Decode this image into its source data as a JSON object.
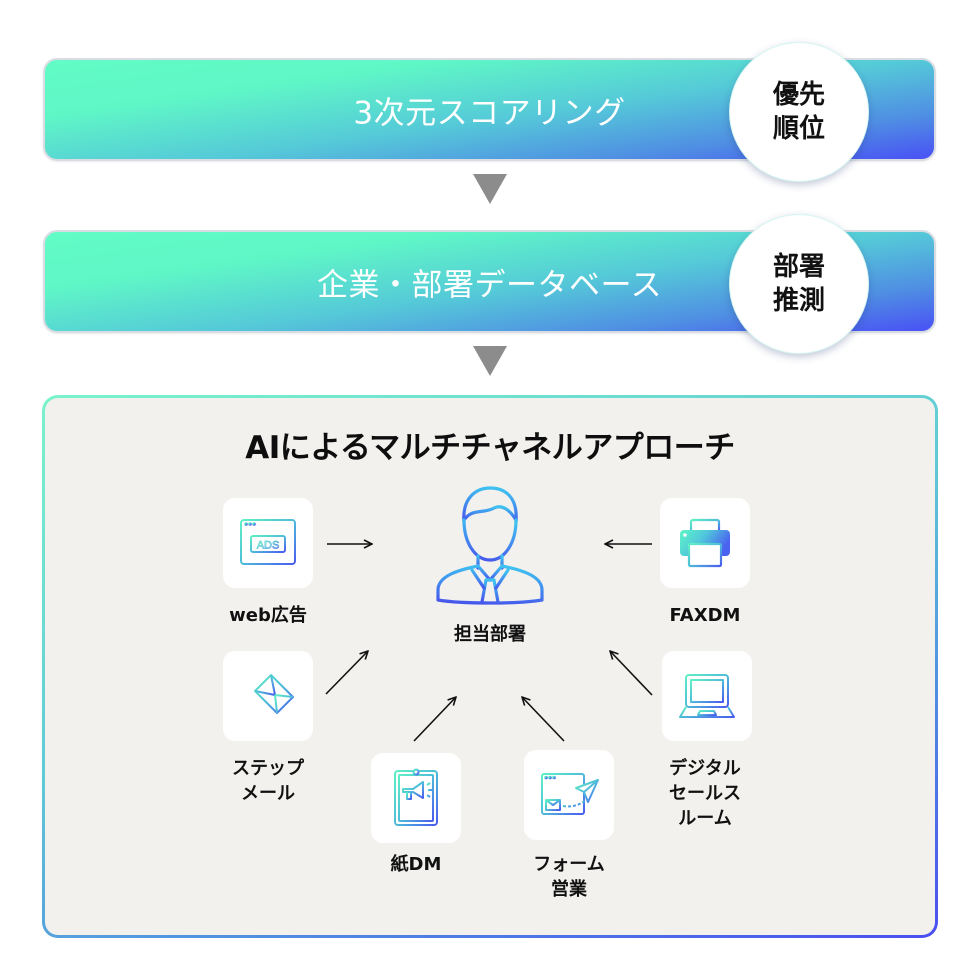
{
  "stages": [
    {
      "title": "3次元スコアリング",
      "badge_line1": "優先",
      "badge_line2": "順位"
    },
    {
      "title": "企業・部署データベース",
      "badge_line1": "部署",
      "badge_line2": "推測"
    }
  ],
  "panel": {
    "title": "AIによるマルチチャネルアプローチ",
    "center": {
      "label": "担当部署",
      "icon": "person-icon"
    },
    "channels": [
      {
        "label": "web広告",
        "icon": "ads-browser-icon"
      },
      {
        "label": "FAXDM",
        "icon": "printer-icon"
      },
      {
        "label": "ステップ\nメール",
        "icon": "email-icon"
      },
      {
        "label": "デジタル\nセールス\nルーム",
        "icon": "laptop-icon"
      },
      {
        "label": "紙DM",
        "icon": "flyer-megaphone-icon"
      },
      {
        "label": "フォーム\n営業",
        "icon": "form-paper-plane-icon"
      }
    ]
  },
  "colors": {
    "gradient_start": "#62fcc6",
    "gradient_mid": "#55c9d8",
    "gradient_end": "#4951f5",
    "panel_bg": "#f2f1ee",
    "arrow_gray": "#8c8c8c"
  }
}
